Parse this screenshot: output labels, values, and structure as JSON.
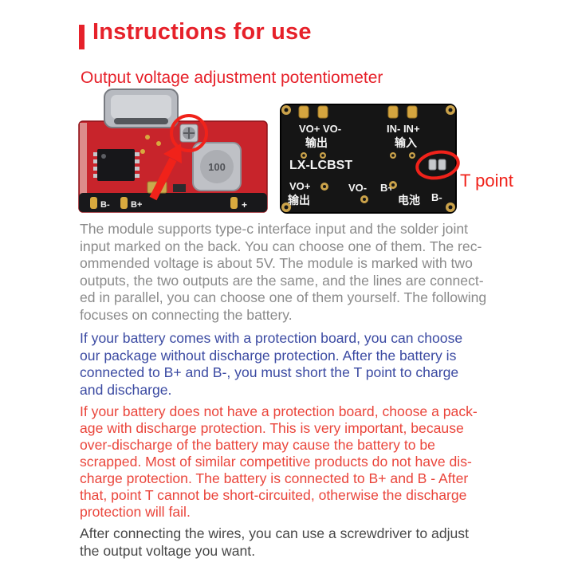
{
  "header": {
    "title": "Instructions for use",
    "subtitle": "Output voltage adjustment potentiometer"
  },
  "annotations": {
    "t_point": "T point"
  },
  "colors": {
    "title_red": "#e6212a",
    "annotation_red": "#f0221a",
    "body_gray": "#8a8a8a",
    "body_blue": "#3b4aa2",
    "body_red": "#ea453b",
    "body_dark": "#474747",
    "pcb_front_red": "#c8242b",
    "pcb_back_black": "#151515",
    "pad_gold": "#d8a93e"
  },
  "front_board": {
    "inductor_label": "100",
    "pad_b_minus": "B-",
    "pad_b_plus": "B+",
    "pad_plus": "+"
  },
  "back_board": {
    "top_left_pads": "VO+ VO-",
    "top_left_cn": "输出",
    "top_right_pads": "IN- IN+",
    "top_right_cn": "输入",
    "model": "LX-LCBST",
    "bottom_vo_plus": "VO+",
    "bottom_out_cn": "输出",
    "bottom_vo_minus": "VO-",
    "bottom_b_plus": "B+",
    "bottom_battery_cn": "电池",
    "bottom_b_minus": "B-"
  },
  "paragraphs": {
    "p1": {
      "lines": [
        "The module supports type-c interface input and the solder joint",
        "input marked on the back. You can choose one of them. The rec-",
        "ommended voltage is about 5V. The module is marked with two",
        "outputs, the two outputs are the same, and the lines are connect-",
        "ed in parallel, you can choose one of them yourself. The following",
        "focuses on connecting the battery."
      ]
    },
    "p2": {
      "lines": [
        "If your battery comes with a protection board, you can choose",
        "our package without discharge protection. After the battery is",
        "connected to B+ and B-, you must short the T point to charge",
        "and discharge."
      ]
    },
    "p3": {
      "lines": [
        "If your battery does not have a protection board, choose a pack-",
        "age with discharge protection. This is very important, because",
        "over-discharge of the battery may cause the battery to be",
        "scrapped. Most of similar competitive products do not have dis-",
        "charge protection. The battery is connected to B+ and B - After",
        "that, point T cannot be short-circuited, otherwise the discharge",
        "protection will fail."
      ]
    },
    "p4": {
      "lines": [
        "After connecting the wires, you can use a screwdriver to adjust",
        "the output voltage you want."
      ]
    }
  }
}
